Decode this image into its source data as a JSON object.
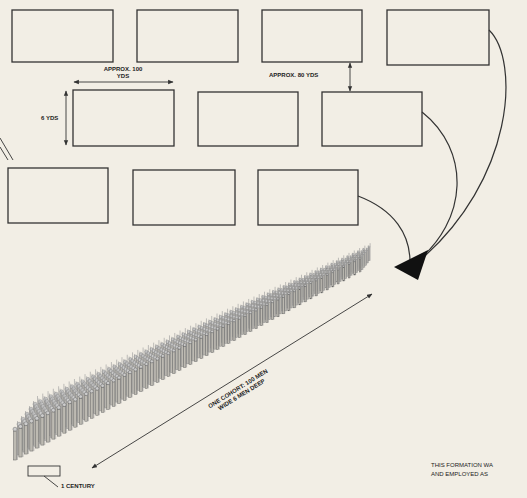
{
  "diagram": {
    "labels": [
      "APPROX. 100 YDS",
      "APPROX. 80 YDS",
      "6 YDS",
      "ONE COHORT: 100 MEN WIDE 6 MEN DEEP",
      "1 CENTURY",
      "THIS FORMATION WA",
      "AND EMPLOYED AS"
    ]
  }
}
